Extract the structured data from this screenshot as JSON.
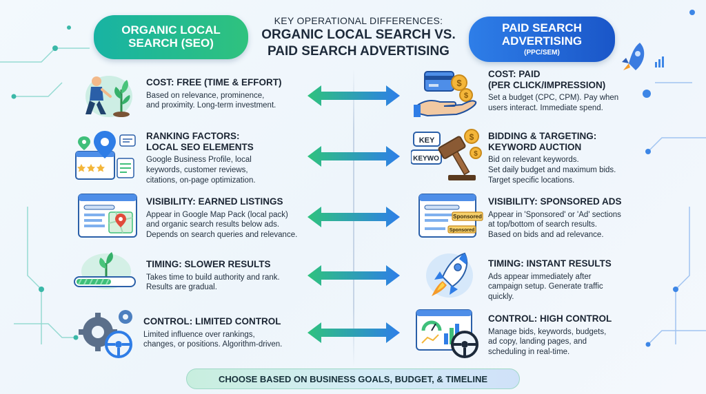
{
  "header": {
    "left_pill": {
      "line1": "Organic Local",
      "line2": "Search (SEO)"
    },
    "center_kicker": "Key Operational Differences:",
    "center_line1": "Organic Local Search vs.",
    "center_line2": "Paid Search Advertising",
    "right_pill": {
      "line1": "Paid Search",
      "line2": "Advertising",
      "sub": "(PPC/SEM)"
    }
  },
  "left_rows": [
    {
      "title": "Cost: Free (Time & Effort)",
      "desc": [
        "Based on relevance, prominence,",
        "and proximity. Long-term investment."
      ],
      "icon": "plant-person-icon"
    },
    {
      "title": [
        "Ranking Factors:",
        "Local SEO Elements"
      ],
      "desc": [
        "Google Business Profile, local",
        "keywords, customer reviews,",
        "citations, on-page optimization."
      ],
      "icon": "map-pin-review-icon"
    },
    {
      "title": "Visibility: Earned Listings",
      "desc": [
        "Appear in Google Map Pack (local pack)",
        "and organic search results below ads.",
        "Depends on search queries and relevance."
      ],
      "icon": "browser-map-icon"
    },
    {
      "title": "Timing: Slower Results",
      "desc": [
        "Takes time to build authority and rank.",
        "Results are gradual."
      ],
      "icon": "progress-sprout-icon"
    },
    {
      "title": "Control: Limited Control",
      "desc": [
        "Limited influence over rankings,",
        "changes, or positions. Algorithm-driven."
      ],
      "icon": "gears-wheel-icon"
    }
  ],
  "right_rows": [
    {
      "title": [
        "Cost: Paid",
        "(Per Click/Impression)"
      ],
      "desc": [
        "Set a budget (CPC, CPM). Pay when",
        "users interact. Immediate spend."
      ],
      "icon": "hand-coins-icon"
    },
    {
      "title": [
        "Bidding & Targeting:",
        "Keyword Auction"
      ],
      "desc": [
        "Bid on relevant keywords.",
        "Set daily budget and maximum bids.",
        "Target specific locations."
      ],
      "icon": "gavel-keyword-icon",
      "tags": [
        "KEY",
        "KEYWO"
      ]
    },
    {
      "title": "Visibility: Sponsored Ads",
      "desc": [
        "Appear in 'Sponsored' or 'Ad' sections",
        "at top/bottom of search results.",
        "Based on bids and ad relevance."
      ],
      "icon": "browser-sponsored-icon",
      "tags": [
        "Sponsored",
        "Sponsored"
      ]
    },
    {
      "title": "Timing: Instant Results",
      "desc": [
        "Ads appear immediately after",
        "campaign setup. Generate traffic",
        "quickly."
      ],
      "icon": "rocket-icon"
    },
    {
      "title": "Control: High Control",
      "desc": [
        "Manage bids, keywords, budgets,",
        "ad copy, landing pages, and",
        "scheduling in real-time."
      ],
      "icon": "dashboard-wheel-icon"
    }
  ],
  "footer": "Choose based on business goals, budget, & timeline",
  "colors": {
    "seo_green": "#2fc27e",
    "seo_teal": "#18b3a3",
    "ppc_blue": "#2e7ee8",
    "ppc_dark": "#1a56c8"
  }
}
